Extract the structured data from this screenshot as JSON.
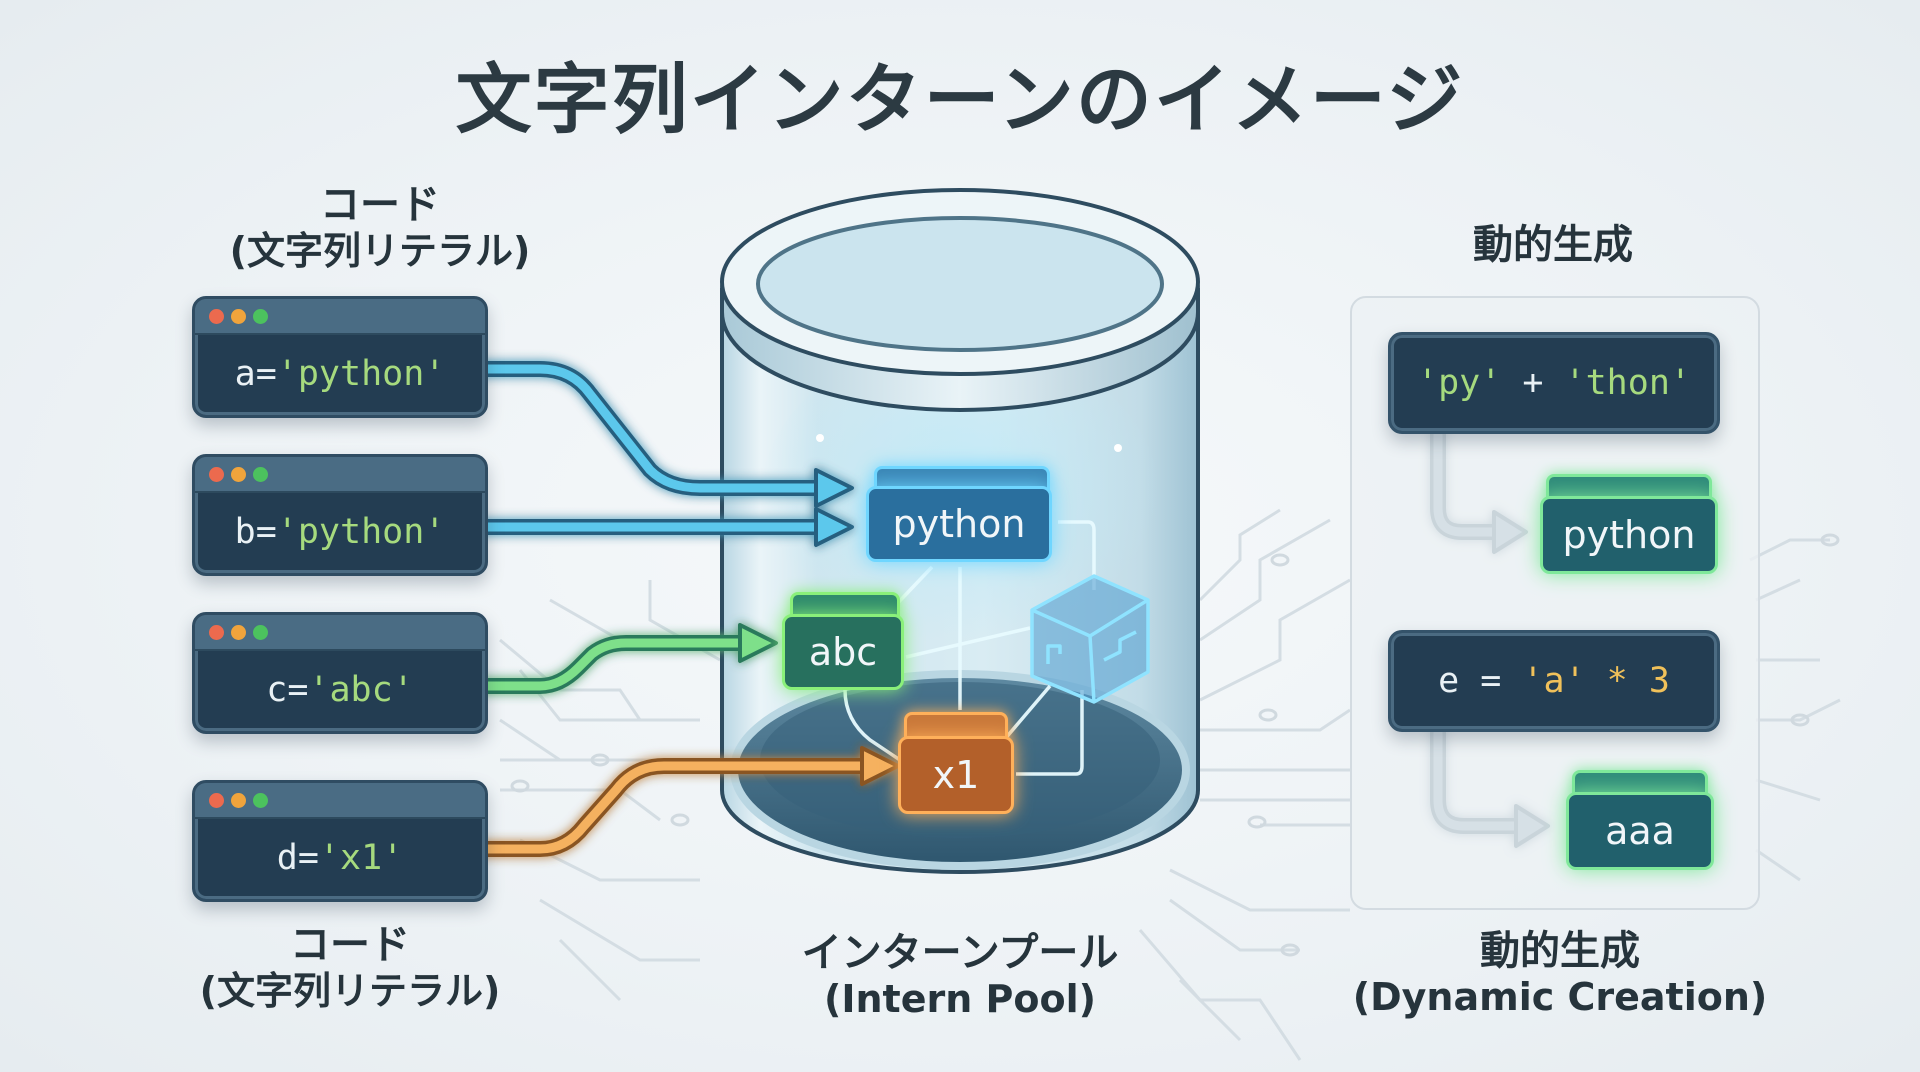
{
  "title": "文字列インターンのイメージ",
  "left_section": {
    "caption_top": {
      "line1": "コード",
      "line2": "(文字列リテラル)"
    },
    "caption_bottom": {
      "line1": "コード",
      "line2": "(文字列リテラル)"
    },
    "code_windows": [
      {
        "var": "a",
        "op": "=",
        "literal": "'python'",
        "target": "python",
        "arrow_color": "#5cc8ec"
      },
      {
        "var": "b",
        "op": "=",
        "literal": "'python'",
        "target": "python",
        "arrow_color": "#5cc8ec"
      },
      {
        "var": "c",
        "op": "=",
        "literal": "'abc'",
        "target": "abc",
        "arrow_color": "#7ee08a"
      },
      {
        "var": "d",
        "op": "=",
        "literal": "'x1'",
        "target": "x1",
        "arrow_color": "#f5b15e"
      }
    ],
    "window_dot_colors": [
      "#ec6a4e",
      "#f0a43c",
      "#4cc25e"
    ]
  },
  "pool": {
    "caption": {
      "line1": "インターンプール",
      "line2": "(Intern Pool)"
    },
    "nodes": [
      {
        "label": "python",
        "color": "#2a6f9e",
        "glow": "#6fd6ff"
      },
      {
        "label": "abc",
        "color": "#27705e",
        "glow": "#8af07a"
      },
      {
        "label": "x1",
        "color": "#b3602a",
        "glow": "#ffb05a"
      }
    ],
    "cube_icon": "cube-icon"
  },
  "right_section": {
    "caption_top": "動的生成",
    "caption_bottom": {
      "line1": "動的生成",
      "line2": "(Dynamic Creation)"
    },
    "examples": [
      {
        "expr_parts": [
          "'py'",
          " + ",
          "'thon'"
        ],
        "result": "python"
      },
      {
        "expr_parts": [
          "e = ",
          "'a'",
          " * 3"
        ],
        "result": "aaa"
      }
    ]
  },
  "colors": {
    "text_dark": "#26343c",
    "code_bg": "#233d52",
    "string_green": "#a6da7e",
    "string_gold": "#f0c15a"
  }
}
